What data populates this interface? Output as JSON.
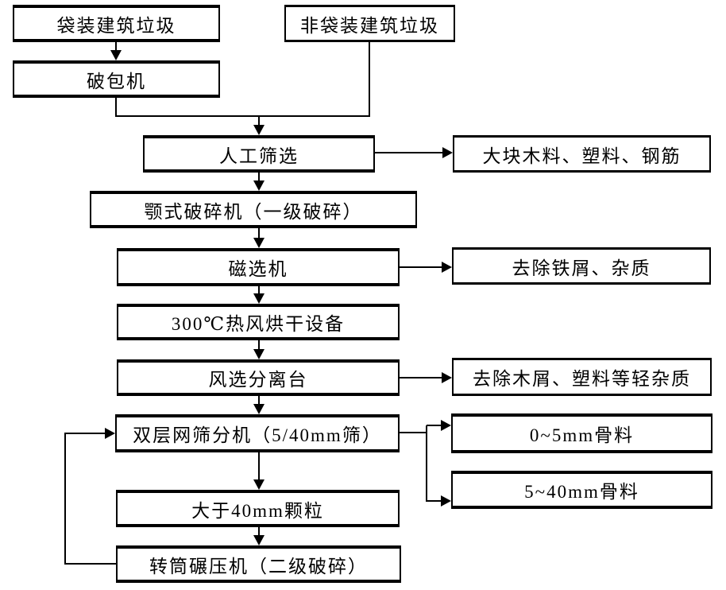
{
  "diagram": {
    "type": "flowchart",
    "colors": {
      "line": "#000000",
      "box_border": "#000000",
      "box_fill": "#ffffff",
      "background": "#ffffff"
    }
  },
  "nodes": {
    "bagged": {
      "label": "袋装建筑垃圾"
    },
    "nonbag": {
      "label": "非袋装建筑垃圾"
    },
    "breaker": {
      "label": "破包机"
    },
    "manual": {
      "label": "人工筛选"
    },
    "jaw": {
      "label": "颚式破碎机（一级破碎）"
    },
    "magnetic": {
      "label": "磁选机"
    },
    "dryer": {
      "label": "300℃热风烘干设备"
    },
    "air": {
      "label": "风选分离台"
    },
    "screen": {
      "label": "双层网筛分机（5/40mm筛）"
    },
    "oversize": {
      "label": "大于40mm颗粒"
    },
    "roller": {
      "label": "转筒碾压机（二级破碎）"
    },
    "bulk": {
      "label": "大块木料、塑料、钢筋"
    },
    "iron": {
      "label": "去除铁屑、杂质"
    },
    "light": {
      "label": "去除木屑、塑料等轻杂质"
    },
    "agg05": {
      "label": "0~5mm骨料"
    },
    "agg540": {
      "label": "5~40mm骨料"
    }
  },
  "edges": [
    {
      "from": "bagged",
      "to": "breaker"
    },
    {
      "from": "breaker",
      "to": "manual"
    },
    {
      "from": "nonbag",
      "to": "manual"
    },
    {
      "from": "manual",
      "to": "bulk"
    },
    {
      "from": "manual",
      "to": "jaw"
    },
    {
      "from": "jaw",
      "to": "magnetic"
    },
    {
      "from": "magnetic",
      "to": "iron"
    },
    {
      "from": "magnetic",
      "to": "dryer"
    },
    {
      "from": "dryer",
      "to": "air"
    },
    {
      "from": "air",
      "to": "light"
    },
    {
      "from": "air",
      "to": "screen"
    },
    {
      "from": "screen",
      "to": "agg05"
    },
    {
      "from": "screen",
      "to": "agg540"
    },
    {
      "from": "screen",
      "to": "oversize"
    },
    {
      "from": "oversize",
      "to": "roller"
    },
    {
      "from": "roller",
      "to": "screen"
    }
  ]
}
